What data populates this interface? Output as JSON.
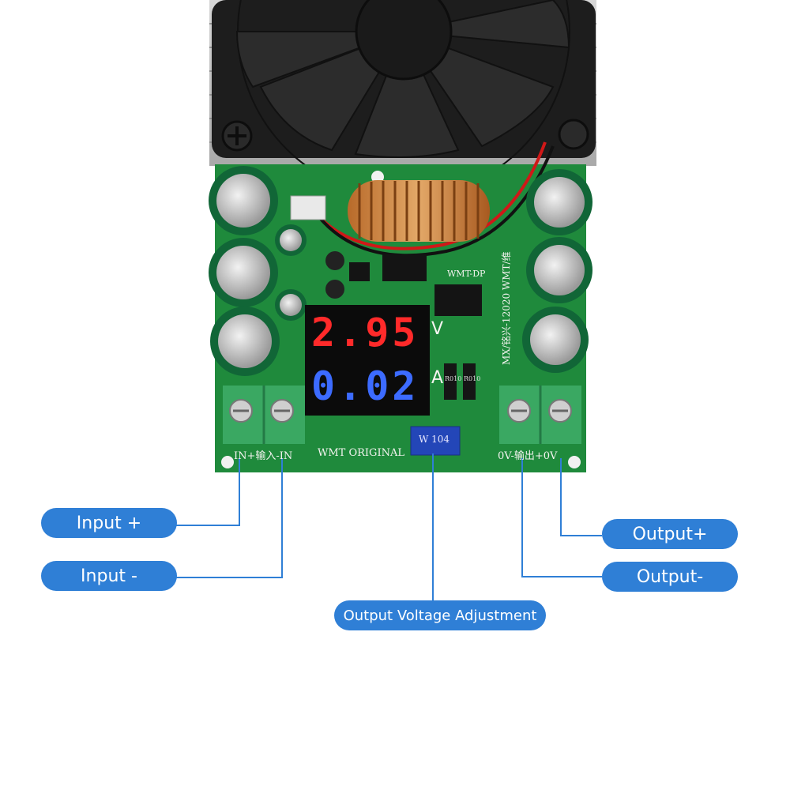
{
  "board": {
    "display": {
      "voltage": "2.95",
      "current": "0.02",
      "voltage_unit": "V",
      "current_unit": "A",
      "voltage_color": "#ff2a2a",
      "current_color": "#3c6bff"
    },
    "silkscreen": {
      "input_terminal": "IN+输入-IN",
      "brand": "WMT ORIGINAL",
      "output_terminal": "0V-输出+0V",
      "module_code": "WMT-DP",
      "model_text": "MX/铭兴-12020 WMT/维",
      "potentiometer": "W 104",
      "resistor_1": "R010",
      "resistor_2": "R010"
    },
    "colors": {
      "pcb": "#1f8a3c",
      "terminal": "#3aa862",
      "label": "#2f7fd6"
    }
  },
  "labels": {
    "input_plus": "Input +",
    "input_minus": "Input -",
    "output_plus": "Output+",
    "output_minus": "Output-",
    "voltage_adjust": "Output Voltage Adjustment"
  }
}
